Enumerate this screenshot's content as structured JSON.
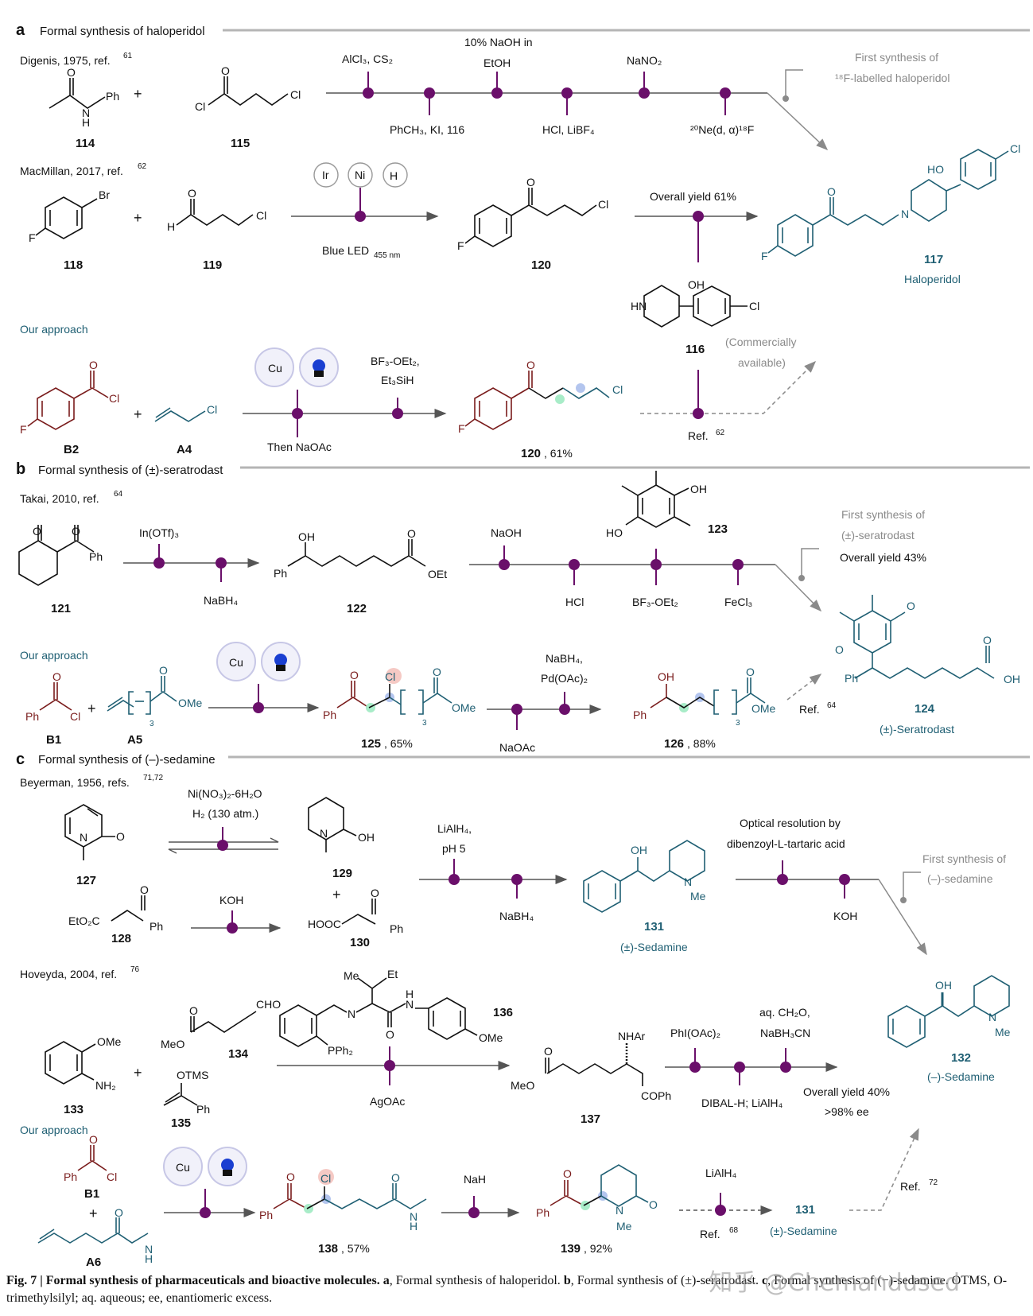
{
  "figure": {
    "panel_a": {
      "letter": "a",
      "title": "Formal synthesis of haloperidol",
      "route1": {
        "author": "Digenis, 1975, ref.",
        "ref": "61",
        "reagents_top": [
          "AlCl₃, CS₂",
          "10% NaOH in",
          "EtOH",
          "NaNO₂"
        ],
        "reagents_bottom": [
          "PhCH₃, KI, 116",
          "HCl, LiBF₄",
          "²⁰Ne(d, α)¹⁸F"
        ],
        "compounds": [
          "114",
          "115"
        ],
        "note_line1": "First synthesis of",
        "note_line2": "¹⁸F-labelled haloperidol"
      },
      "route2": {
        "author": "MacMillan, 2017, ref.",
        "ref": "62",
        "catalysts": [
          "Ir",
          "Ni",
          "H"
        ],
        "reagent_bottom": "Blue LED",
        "reagent_sub": "455 nm",
        "compounds": [
          "118",
          "119",
          "120"
        ],
        "overall": "Overall yield 61%"
      },
      "product": {
        "number": "117",
        "name": "Haloperidol"
      },
      "commercial": {
        "number": "116",
        "line1": "(Commercially",
        "line2": "available)"
      },
      "our": {
        "label": "Our approach",
        "cu": "Cu",
        "reagent_top1": "BF₃-OEt₂,",
        "reagent_top2": "Et₃SiH",
        "reagent_bottom": "Then NaOAc",
        "compounds": [
          "B2",
          "A4"
        ],
        "product": "120",
        "yield": ", 61%",
        "ref_label": "Ref.",
        "ref": "62"
      }
    },
    "panel_b": {
      "letter": "b",
      "title": "Formal synthesis of (±)-seratrodast",
      "route1": {
        "author": "Takai, 2010, ref.",
        "ref": "64",
        "reagent_top": "In(OTf)₃",
        "reagent_bottom": "NaBH₄",
        "reagents2_top": [
          "NaOH"
        ],
        "reagents2_bottom": [
          "HCl",
          "BF₃-OEt₂",
          "FeCl₃"
        ],
        "compounds": [
          "121",
          "122",
          "123"
        ],
        "note_line1": "First synthesis of",
        "note_line2": "(±)-seratrodast",
        "overall": "Overall yield 43%"
      },
      "product": {
        "number": "124",
        "name": "(±)-Seratrodast"
      },
      "our": {
        "label": "Our approach",
        "cu": "Cu",
        "compounds": [
          "B1",
          "A5"
        ],
        "p1": "125",
        "p1_yield": ", 65%",
        "reagent_top1": "NaBH₄,",
        "reagent_top2": "Pd(OAc)₂",
        "reagent_bottom": "NaOAc",
        "p2": "126",
        "p2_yield": ", 88%",
        "ref_label": "Ref.",
        "ref": "64"
      }
    },
    "panel_c": {
      "letter": "c",
      "title": "Formal synthesis of (–)-sedamine",
      "route1": {
        "author": "Beyerman, 1956, refs.",
        "ref": "71,72",
        "reagent_top1": "Ni(NO₃)₂-6H₂O",
        "reagent_top2": "H₂ (130 atm.)",
        "koh": "KOH",
        "compounds": [
          "127",
          "129",
          "128",
          "130"
        ],
        "reagent2_top1": "LiAlH₄,",
        "reagent2_top2": "pH 5",
        "reagent2_bottom": "NaBH₄",
        "intermediate": "131",
        "intermediate_name": "(±)-Sedamine",
        "resolution1": "Optical resolution by",
        "resolution2": "dibenzoyl-L-tartaric acid",
        "koh2": "KOH",
        "note_line1": "First synthesis of",
        "note_line2": "(–)-sedamine"
      },
      "route2": {
        "author": "Hoveyda, 2004, ref.",
        "ref": "76",
        "compounds": [
          "133",
          "134",
          "135",
          "136",
          "137"
        ],
        "reagent_bottom": "AgOAc",
        "r2_top1": "PhI(OAc)₂",
        "r2_top2a": "aq. CH₂O,",
        "r2_top2b": "NaBH₃CN",
        "r2_bottom": "DIBAL-H; LiAlH₄",
        "overall": "Overall yield 40%",
        "ee": ">98% ee"
      },
      "product": {
        "number": "132",
        "name": "(–)-Sedamine"
      },
      "our": {
        "label": "Our approach",
        "cu": "Cu",
        "compounds": [
          "B1",
          "A6"
        ],
        "p1": "138",
        "p1_yield": ", 57%",
        "nah": "NaH",
        "p2": "139",
        "p2_yield": ", 92%",
        "lialh4": "LiAlH₄",
        "ref_label": "Ref.",
        "ref68": "68",
        "target": "131",
        "target_name": "(±)-Sedamine",
        "ref_label2": "Ref.",
        "ref72": "72"
      }
    }
  },
  "caption": {
    "lead": "Fig. 7 | Formal synthesis of pharmaceuticals and bioactive molecules.",
    "a": "a",
    "a_text": ", Formal synthesis of haloperidol.",
    "b": "b",
    "b_text": ", Formal synthesis of (±)-seratrodast.",
    "c": "c",
    "c_text": ", Formal synthesis of (−)-sedamine. OTMS, O-trimethylsilyl; aq. aqueous; ee, enantiomeric excess."
  },
  "watermark": "知乎 @Chemandused",
  "colors": {
    "accent": "#6a0f6a",
    "teal": "#1f5f73",
    "red": "#7a1c1c",
    "separator": "#b5b5b5"
  }
}
